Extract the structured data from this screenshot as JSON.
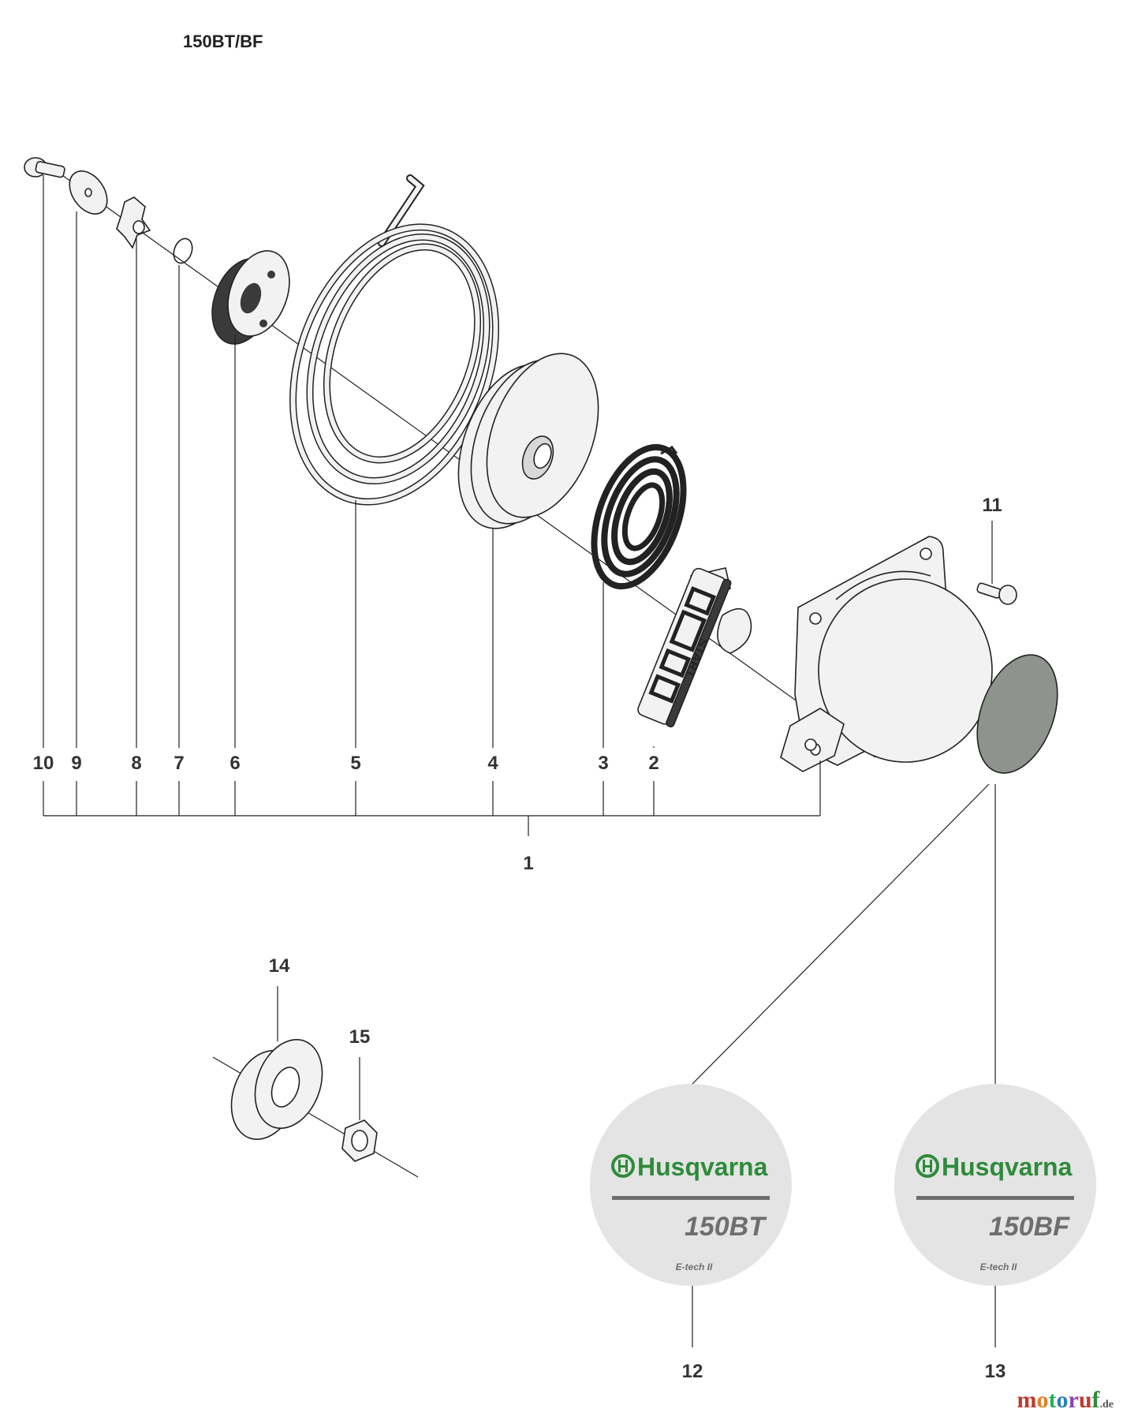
{
  "title": "150BT/BF",
  "callouts": {
    "c1": "1",
    "c2": "2",
    "c3": "3",
    "c4": "4",
    "c5": "5",
    "c6": "6",
    "c7": "7",
    "c8": "8",
    "c9": "9",
    "c10": "10",
    "c11": "11",
    "c12": "12",
    "c13": "13",
    "c14": "14",
    "c15": "15"
  },
  "decals": [
    {
      "brand": "Husqvarna",
      "model": "150BT",
      "sub": "E-tech II"
    },
    {
      "brand": "Husqvarna",
      "model": "150BF",
      "sub": "E-tech II"
    }
  ],
  "handle_text": "START",
  "watermark": {
    "name": "motoruf",
    "tld": ".de"
  },
  "colors": {
    "brand_green": "#2e8b3a",
    "decal_bg": "#e4e4e4",
    "part_fill": "#f2f2f2",
    "dark_fill": "#3a3a3a",
    "cap_fill": "#8e938e"
  }
}
